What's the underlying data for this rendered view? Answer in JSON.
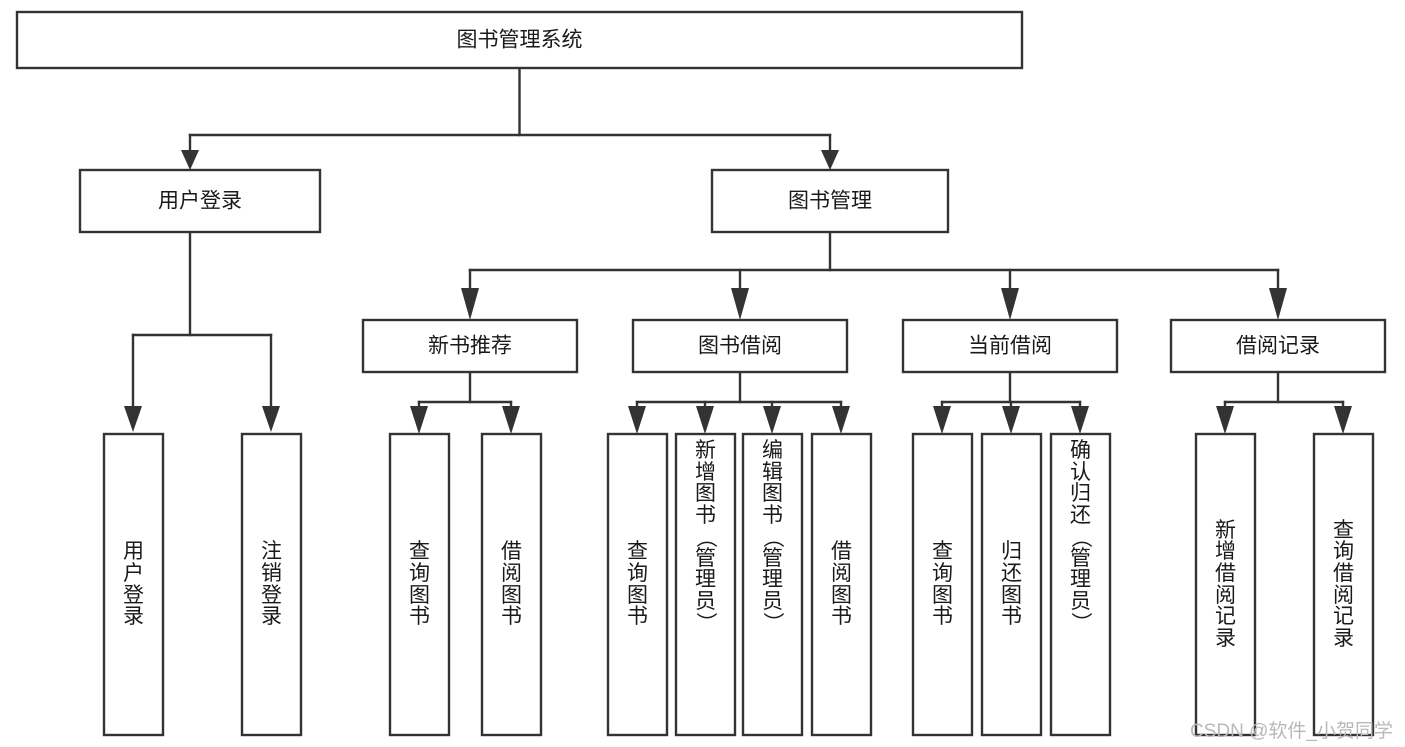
{
  "diagram": {
    "title": "图书管理系统",
    "type": "tree-hierarchy-chart",
    "root": {
      "id": "root",
      "label": "图书管理系统"
    },
    "level2": [
      {
        "id": "user-login",
        "label": "用户登录"
      },
      {
        "id": "book-manage",
        "label": "图书管理"
      }
    ],
    "level3": [
      {
        "id": "new-book-recommend",
        "label": "新书推荐",
        "parent": "book-manage"
      },
      {
        "id": "book-borrow",
        "label": "图书借阅",
        "parent": "book-manage"
      },
      {
        "id": "current-borrow",
        "label": "当前借阅",
        "parent": "book-manage"
      },
      {
        "id": "borrow-record",
        "label": "借阅记录",
        "parent": "book-manage"
      }
    ],
    "leaves": [
      {
        "id": "leaf-user-login",
        "label": "用户登录",
        "parent": "user-login"
      },
      {
        "id": "leaf-user-logout",
        "label": "注销登录",
        "parent": "user-login"
      },
      {
        "id": "leaf-query-book-1",
        "label": "查询图书",
        "parent": "new-book-recommend"
      },
      {
        "id": "leaf-borrow-book-1",
        "label": "借阅图书",
        "parent": "new-book-recommend"
      },
      {
        "id": "leaf-query-book-2",
        "label": "查询图书",
        "parent": "book-borrow"
      },
      {
        "id": "leaf-add-book",
        "label": "新增图书（管理员）",
        "parent": "book-borrow"
      },
      {
        "id": "leaf-edit-book",
        "label": "编辑图书（管理员）",
        "parent": "book-borrow"
      },
      {
        "id": "leaf-borrow-book-2",
        "label": "借阅图书",
        "parent": "book-borrow"
      },
      {
        "id": "leaf-query-book-3",
        "label": "查询图书",
        "parent": "current-borrow"
      },
      {
        "id": "leaf-return-book",
        "label": "归还图书",
        "parent": "current-borrow"
      },
      {
        "id": "leaf-confirm-return",
        "label": "确认归还（管理员）",
        "parent": "current-borrow"
      },
      {
        "id": "leaf-add-record",
        "label": "新增借阅记录",
        "parent": "borrow-record"
      },
      {
        "id": "leaf-query-record",
        "label": "查询借阅记录",
        "parent": "borrow-record"
      }
    ]
  },
  "watermark": {
    "text": "CSDN @软件_小贺同学"
  },
  "colors": {
    "stroke": "#333333",
    "box_fill": "#ffffff",
    "text": "#1a1a1a",
    "watermark": "#b9b9b9",
    "background": "#ffffff"
  }
}
